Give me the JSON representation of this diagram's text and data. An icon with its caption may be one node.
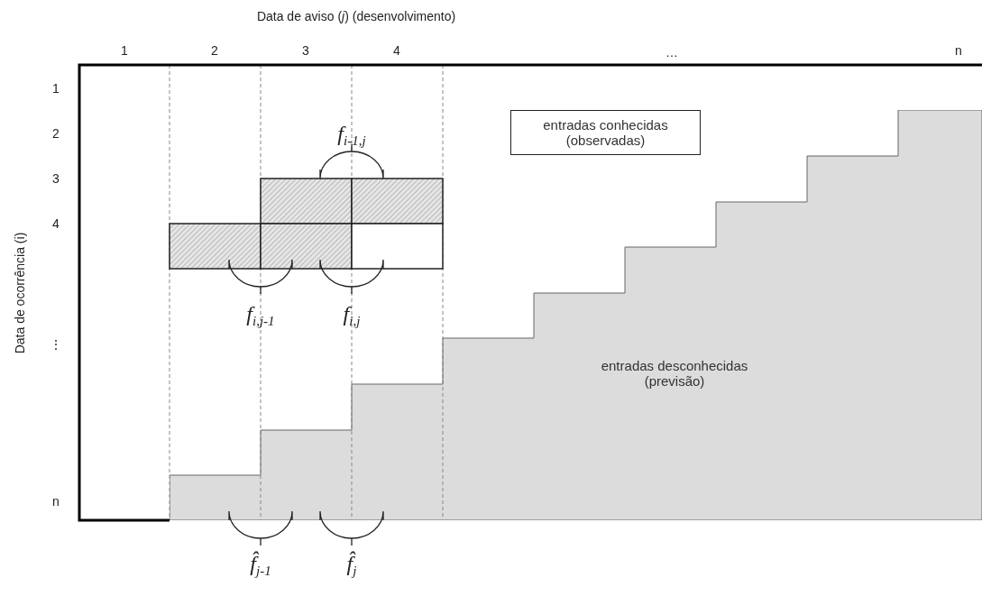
{
  "diagram": {
    "nodes": [
      {
        "text": [
          "entradas conhecidas (observadas)"
        ]
      },
      {
        "text": [
          "entradas desconhecidas (previsão)"
        ]
      }
    ],
    "labels": [
      "Data de aviso (*j*) (desenvolvimento)",
      "1",
      "2",
      "3",
      "4",
      "…",
      "n",
      "Data de ocorrência (i)",
      "1",
      "2",
      "3",
      "4",
      "⋮",
      "n",
      "f$_{i-1,j}$",
      "f$_{i,j-1}$",
      "f$_{i,j}$",
      "f̂$_{j-1}$",
      "f̂$_{j}$"
    ]
  }
}
